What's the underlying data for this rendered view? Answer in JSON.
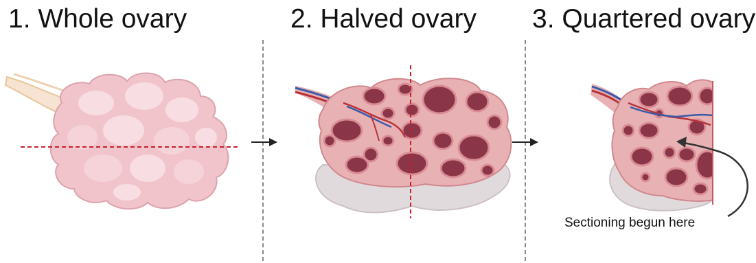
{
  "steps": [
    {
      "title": "1. Whole ovary"
    },
    {
      "title": "2. Halved ovary"
    },
    {
      "title": "3. Quartered ovary"
    }
  ],
  "annotation": {
    "text": "Sectioning begun here"
  },
  "colors": {
    "ovary_skin": "#f1c4cc",
    "ovary_highlight": "#f8dde2",
    "tissue": "#e8b2b5",
    "follicle": "#8b3548",
    "follicle_rim": "#d98c93",
    "base_tissue": "#e1dadd",
    "vessel_red": "#b8323a",
    "vessel_blue": "#3a5aa8",
    "cut_line": "#c8202a",
    "divider": "#8a8a8a"
  }
}
